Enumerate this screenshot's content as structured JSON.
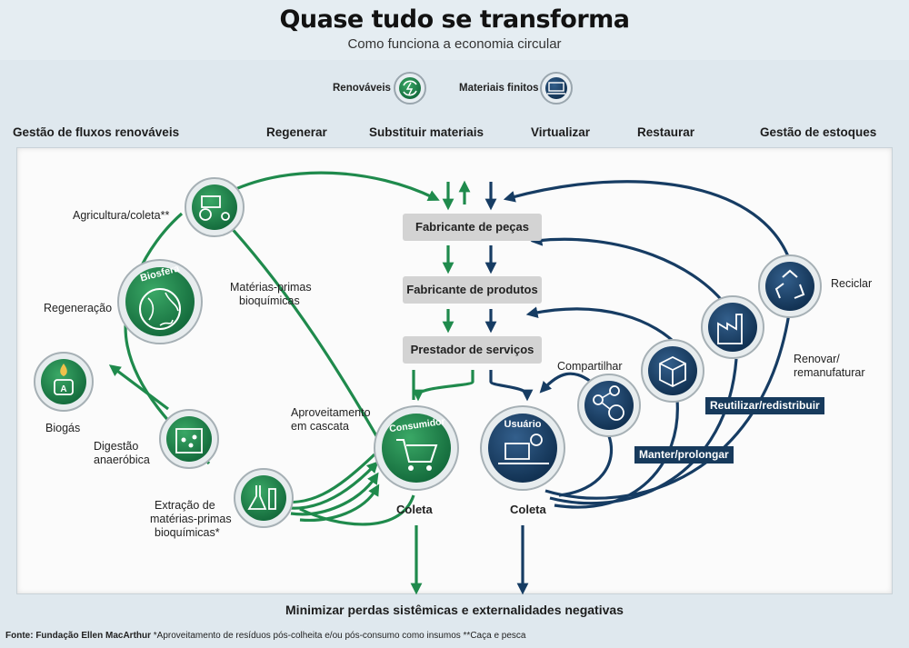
{
  "title": "Quase tudo se transforma",
  "subtitle": "Como funciona a economia circular",
  "legend": {
    "renewable": "Renováveis",
    "finite": "Materiais finitos"
  },
  "headers": [
    "Gestão de fluxos renováveis",
    "Regenerar",
    "Substituir materiais",
    "Virtualizar",
    "Restaurar",
    "Gestão de estoques"
  ],
  "boxes": {
    "parts": "Fabricante de peças",
    "products": "Fabricante de produtos",
    "services": "Prestador de serviços"
  },
  "circles": {
    "biosphere": "Biosfera",
    "consumer": "Consumidor",
    "user": "Usuário"
  },
  "labels": {
    "agri": "Agricultura/coleta**",
    "regen": "Regeneração",
    "biogas": "Biogás",
    "digest1": "Digestão",
    "digest2": "anaeróbica",
    "extract1": "Extração de",
    "extract2": "matérias-primas",
    "extract3": "bioquímicas*",
    "raw1": "Matérias-primas",
    "raw2": "bioquímicas",
    "cascade1": "Aproveitamento",
    "cascade2": "em cascata",
    "collect_green": "Coleta",
    "collect_blue": "Coleta",
    "share": "Compartilhar",
    "recycle": "Reciclar",
    "renew1": "Renovar/",
    "renew2": "remanufaturar"
  },
  "tags": {
    "reuse": "Reutilizar/redistribuir",
    "maintain": "Manter/prolongar"
  },
  "bottom": "Minimizar perdas sistêmicas e externalidades negativas",
  "footnote": {
    "source": "Fonte: Fundação Ellen MacArthur",
    "note": " *Aproveitamento de resíduos pós-colheita e/ou pós-consumo como insumos **Caça e pesca"
  },
  "colors": {
    "green": "#1f8a4c",
    "blue": "#163c63",
    "box": "#d3d3d3"
  }
}
